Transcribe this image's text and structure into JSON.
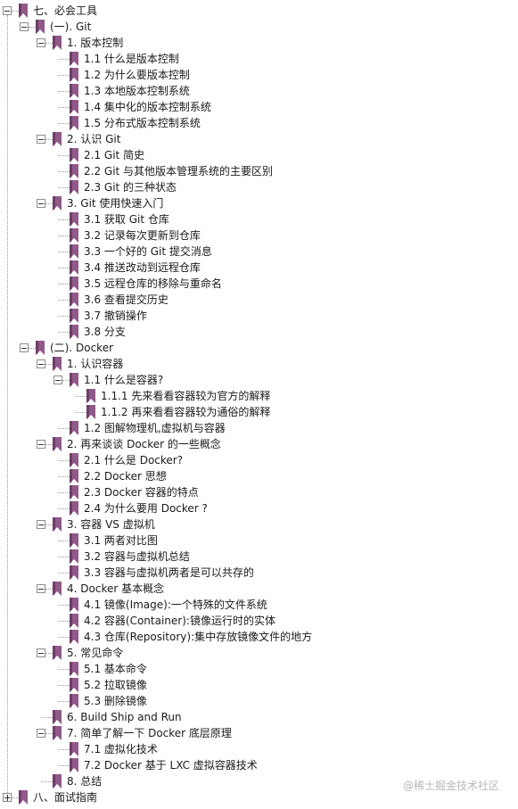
{
  "tree": [
    {
      "label": "七、必会工具",
      "children": [
        {
          "label": "(一). Git",
          "children": [
            {
              "label": "1. 版本控制",
              "children": [
                {
                  "label": "1.1 什么是版本控制"
                },
                {
                  "label": "1.2 为什么要版本控制"
                },
                {
                  "label": "1.3 本地版本控制系统"
                },
                {
                  "label": "1.4 集中化的版本控制系统"
                },
                {
                  "label": "1.5 分布式版本控制系统"
                }
              ]
            },
            {
              "label": "2. 认识 Git",
              "children": [
                {
                  "label": "2.1 Git 简史"
                },
                {
                  "label": "2.2 Git 与其他版本管理系统的主要区别"
                },
                {
                  "label": "2.3 Git 的三种状态"
                }
              ]
            },
            {
              "label": "3. Git 使用快速入门",
              "children": [
                {
                  "label": "3.1 获取 Git 仓库"
                },
                {
                  "label": "3.2 记录每次更新到仓库"
                },
                {
                  "label": "3.3 一个好的 Git 提交消息"
                },
                {
                  "label": "3.4 推送改动到远程仓库"
                },
                {
                  "label": "3.5 远程仓库的移除与重命名"
                },
                {
                  "label": "3.6 查看提交历史"
                },
                {
                  "label": "3.7 撤销操作"
                },
                {
                  "label": "3.8 分支"
                }
              ]
            }
          ]
        },
        {
          "label": "(二). Docker",
          "children": [
            {
              "label": "1. 认识容器",
              "children": [
                {
                  "label": "1.1 什么是容器?",
                  "children": [
                    {
                      "label": "1.1.1 先来看看容器较为官方的解释"
                    },
                    {
                      "label": "1.1.2 再来看看容器较为通俗的解释"
                    }
                  ]
                },
                {
                  "label": "1.2 图解物理机,虚拟机与容器"
                }
              ]
            },
            {
              "label": "2. 再来谈谈 Docker 的一些概念",
              "children": [
                {
                  "label": "2.1 什么是 Docker?"
                },
                {
                  "label": "2.2 Docker 思想"
                },
                {
                  "label": "2.3 Docker 容器的特点"
                },
                {
                  "label": "2.4 为什么要用 Docker ?"
                }
              ]
            },
            {
              "label": "3. 容器 VS 虚拟机",
              "children": [
                {
                  "label": "3.1 两者对比图"
                },
                {
                  "label": "3.2 容器与虚拟机总结"
                },
                {
                  "label": "3.3 容器与虚拟机两者是可以共存的"
                }
              ]
            },
            {
              "label": "4. Docker 基本概念",
              "children": [
                {
                  "label": "4.1 镜像(Image):一个特殊的文件系统"
                },
                {
                  "label": "4.2 容器(Container):镜像运行时的实体"
                },
                {
                  "label": "4.3 仓库(Repository):集中存放镜像文件的地方"
                }
              ]
            },
            {
              "label": "5. 常见命令",
              "children": [
                {
                  "label": "5.1 基本命令"
                },
                {
                  "label": "5.2 拉取镜像"
                },
                {
                  "label": "5.3 删除镜像"
                }
              ]
            },
            {
              "label": "6. Build Ship and Run"
            },
            {
              "label": "7. 简单了解一下 Docker 底层原理",
              "children": [
                {
                  "label": "7.1 虚拟化技术"
                },
                {
                  "label": "7.2 Docker 基于 LXC 虚拟容器技术"
                }
              ]
            },
            {
              "label": "8. 总结"
            }
          ]
        }
      ]
    },
    {
      "label": "八、面试指南",
      "collapsed": true,
      "children": []
    }
  ],
  "colors": {
    "bookmark": "#8f5a88",
    "bookmark_dark": "#6e3f68",
    "connector": "#9a9a9a"
  },
  "watermark": "@稀土掘金技术社区"
}
